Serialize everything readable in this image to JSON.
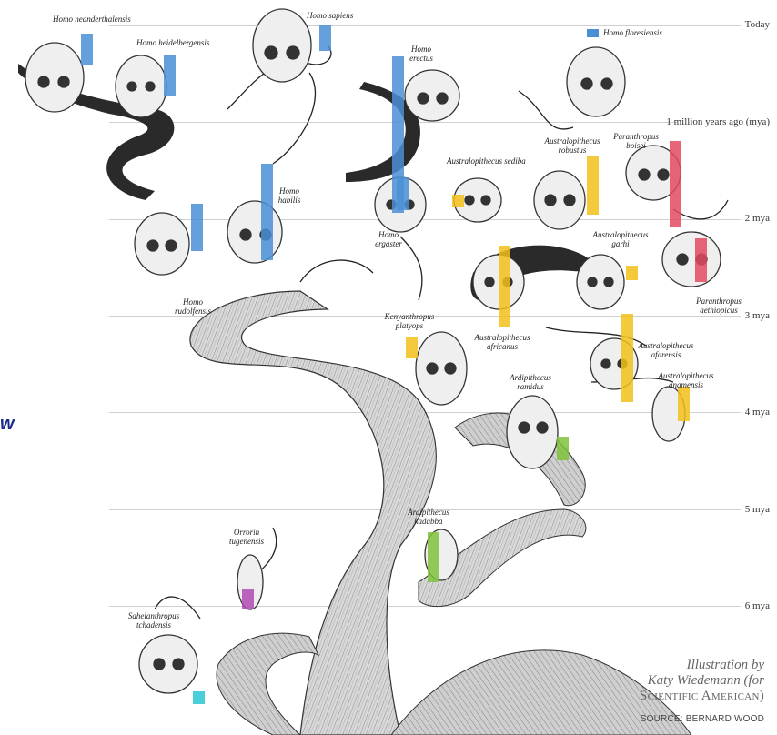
{
  "time_axis": {
    "ticks": [
      "Today",
      "1 million years ago (mya)",
      "2 mya",
      "3 mya",
      "4 mya",
      "5 mya",
      "6 mya"
    ]
  },
  "legend": {
    "label": "Homo floresiensis",
    "color": "#4a8fd6"
  },
  "species": [
    {
      "id": "neanderthalensis",
      "label": "Homo neanderthalensis",
      "color": "#4a8fd6"
    },
    {
      "id": "heidelbergensis",
      "label": "Homo heidelbergensis",
      "color": "#4a8fd6"
    },
    {
      "id": "sapiens",
      "label": "Homo sapiens",
      "color": "#4a8fd6"
    },
    {
      "id": "erectus",
      "label": "Homo erectus",
      "color": "#4a8fd6"
    },
    {
      "id": "ergaster",
      "label": "Homo ergaster",
      "color": "#4a8fd6"
    },
    {
      "id": "habilis",
      "label": "Homo habilis",
      "color": "#4a8fd6"
    },
    {
      "id": "rudolfensis",
      "label": "Homo rudolfensis",
      "color": "#4a8fd6"
    },
    {
      "id": "sediba",
      "label": "Australopithecus sediba",
      "color": "#f2c11a"
    },
    {
      "id": "robustus",
      "label": "Australopithecus robustus",
      "color": "#f2c11a"
    },
    {
      "id": "boisei",
      "label": "Paranthropus boisei",
      "color": "#e34a5e"
    },
    {
      "id": "garhi",
      "label": "Australopithecus garhi",
      "color": "#f2c11a"
    },
    {
      "id": "aethiopicus",
      "label": "Paranthropus aethiopicus",
      "color": "#e34a5e"
    },
    {
      "id": "africanus",
      "label": "Australopithecus africanus",
      "color": "#f2c11a"
    },
    {
      "id": "platyops",
      "label": "Kenyanthropus platyops",
      "color": "#f2c11a"
    },
    {
      "id": "afarensis",
      "label": "Australopithecus afarensis",
      "color": "#f2c11a"
    },
    {
      "id": "anamensis",
      "label": "Australopithecus anamensis",
      "color": "#f2c11a"
    },
    {
      "id": "ramidus",
      "label": "Ardipithecus ramidus",
      "color": "#7fc23a"
    },
    {
      "id": "kadabba",
      "label": "Ardipithecus kadabba",
      "color": "#7fc23a"
    },
    {
      "id": "tugenensis",
      "label": "Orrorin tugenensis",
      "color": "#b04ab0"
    },
    {
      "id": "tchadensis",
      "label": "Sahelanthropus tchadensis",
      "color": "#29c6d4"
    }
  ],
  "credit": {
    "line1": "Illustration by",
    "line2": "Katy Wiedemann (for",
    "line3": "Scientific American)",
    "source": "SOURCE: BERNARD WOOD"
  },
  "edge_char": "w"
}
